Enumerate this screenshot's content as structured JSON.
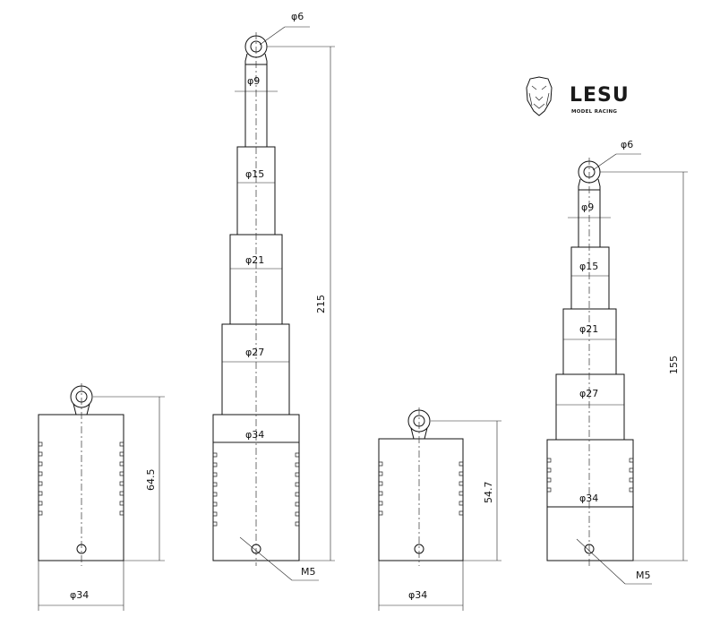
{
  "logo": {
    "brand": "LESU",
    "tagline": "MODEL RACING"
  },
  "drawing_a": {
    "width_label": "φ34",
    "height_label": "64.5"
  },
  "drawing_b": {
    "eye_label": "φ6",
    "rod_label": "φ9",
    "stage1_label": "φ15",
    "stage2_label": "φ21",
    "stage3_label": "φ27",
    "base_label": "φ34",
    "length_label": "215",
    "thread_label": "M5"
  },
  "drawing_c": {
    "width_label": "φ34",
    "height_label": "54.7"
  },
  "drawing_d": {
    "eye_label": "φ6",
    "rod_label": "φ9",
    "stage1_label": "φ15",
    "stage2_label": "φ21",
    "stage3_label": "φ27",
    "base_label": "φ34",
    "length_label": "155",
    "thread_label": "M5"
  }
}
